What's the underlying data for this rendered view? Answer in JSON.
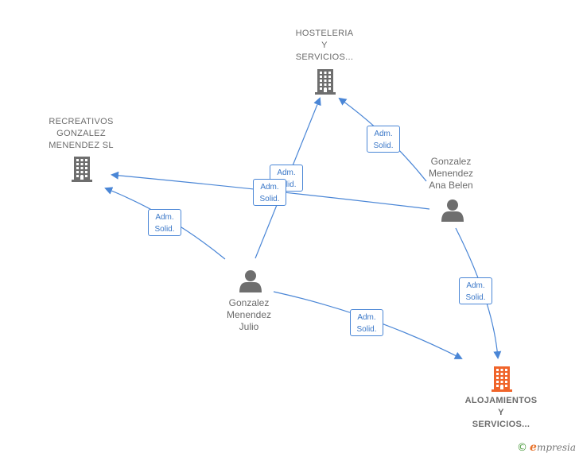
{
  "colors": {
    "edge": "#4a86d6",
    "company_icon": "#6e6e6e",
    "highlight_icon": "#f0642a",
    "person_icon": "#6e6e6e",
    "label": "#6b6b6b"
  },
  "nodes": {
    "hosteleria": {
      "label_lines": [
        "HOSTELERIA",
        "Y",
        "SERVICIOS..."
      ],
      "icon": "building-icon"
    },
    "recreativos": {
      "label_lines": [
        "RECREATIVOS",
        "GONZALEZ",
        "MENENDEZ SL"
      ],
      "icon": "building-icon"
    },
    "alojamientos": {
      "label_lines": [
        "ALOJAMIENTOS",
        "Y",
        "SERVICIOS..."
      ],
      "icon": "building-icon"
    },
    "ana_belen": {
      "label_lines": [
        "Gonzalez",
        "Menendez",
        "Ana Belen"
      ],
      "icon": "person-icon"
    },
    "julio": {
      "label_lines": [
        "Gonzalez",
        "Menendez",
        "Julio"
      ],
      "icon": "person-icon"
    }
  },
  "edges": [
    {
      "from": "julio",
      "to": "hosteleria",
      "label_lines": [
        "Adm.",
        "Solid."
      ]
    },
    {
      "from": "julio",
      "to": "recreativos",
      "label_lines": [
        "Adm.",
        "Solid."
      ]
    },
    {
      "from": "julio",
      "to": "alojamientos",
      "label_lines": [
        "Adm.",
        "Solid."
      ]
    },
    {
      "from": "ana_belen",
      "to": "hosteleria",
      "label_lines": [
        "Adm.",
        "Solid."
      ]
    },
    {
      "from": "ana_belen",
      "to": "recreativos",
      "label_lines": [
        "Adm.",
        "Solid."
      ]
    },
    {
      "from": "ana_belen",
      "to": "alojamientos",
      "label_lines": [
        "Adm.",
        "Solid."
      ]
    }
  ],
  "footer": {
    "copyright_symbol": "©",
    "brand_first": "e",
    "brand_rest": "mpresia"
  }
}
